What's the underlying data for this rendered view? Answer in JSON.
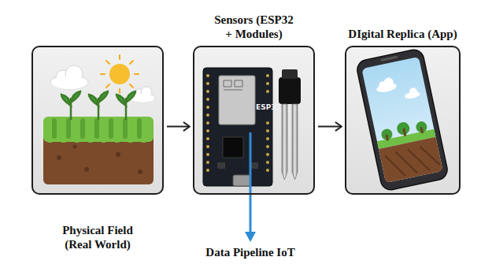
{
  "diagram": {
    "nodes": [
      {
        "text": [
          "Physical Field (Real World)"
        ]
      },
      {
        "text": [
          "Sensors (ESP32 + Modules)"
        ]
      },
      {
        "text": [
          "DIgital Replica (App)"
        ]
      }
    ],
    "edges": [
      {
        "from": 0,
        "to": 1,
        "arrow": "to"
      },
      {
        "from": 1,
        "to": 2,
        "arrow": "to"
      }
    ],
    "labels": [
      "ESP32",
      "Data Pipeline IoT"
    ]
  }
}
